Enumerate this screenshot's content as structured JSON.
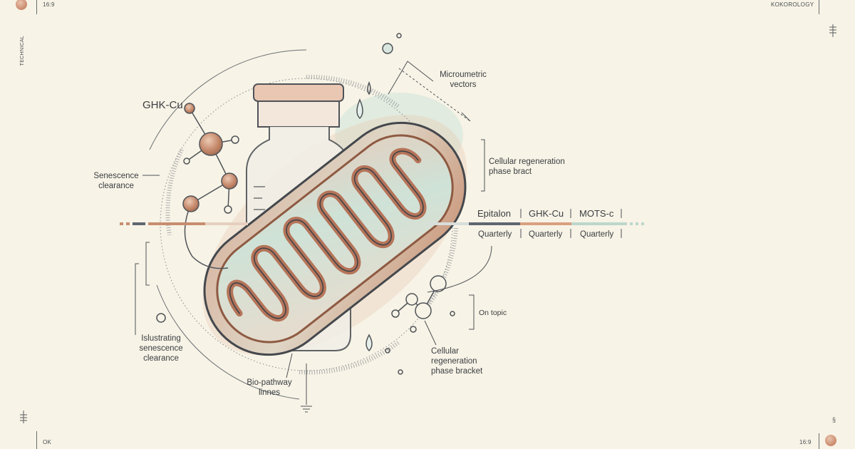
{
  "frame": {
    "top_left": "16:9",
    "top_right": "KOKOROLOGY",
    "left_vertical": "TECHNICAL",
    "bottom_left": "OK",
    "bottom_right": "16:9"
  },
  "labels": {
    "ghk_cu": "GHK-Cu",
    "senescence": "Senescence\nclearance",
    "microvectors": "Microumetric\nvectors",
    "bracket_top": "Cellular regeneration\nphase bract",
    "on_topic": "On topic",
    "bracket_bottom": "Cellular\nregeneration\nphase bracket",
    "illustrating": "Islustrating\nsenescence\nclearance",
    "biopathway": "Bio-pathway\nlinnes"
  },
  "schedule": [
    {
      "name": "Epitalon",
      "frequency": "Quarterly"
    },
    {
      "name": "GHK-Cu",
      "frequency": "Quarterly"
    },
    {
      "name": "MOTS-c",
      "frequency": "Quarterly"
    }
  ],
  "colors": {
    "background": "#f7f3e6",
    "ink": "#3b3e42",
    "copper": "#c58a6b",
    "sage": "#bcd7cc",
    "slate": "#5f6770"
  }
}
